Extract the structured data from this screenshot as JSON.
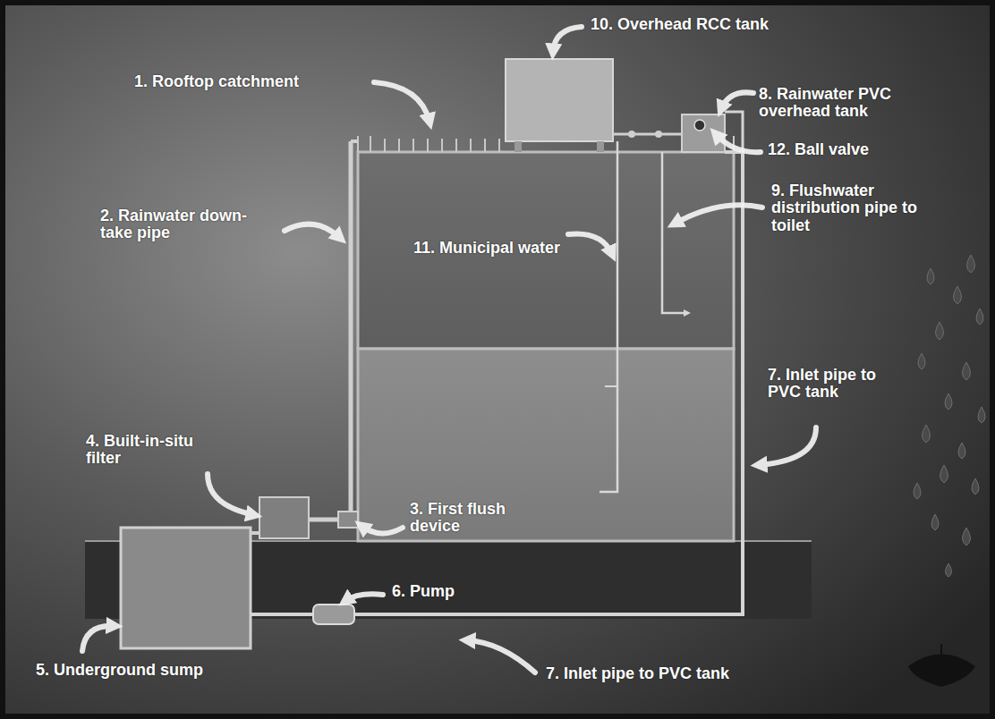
{
  "diagram": {
    "labels": [
      "10. Overhead RCC tank",
      "1. Rooftop catchment",
      "8. Rainwater PVC overhead tank",
      "12. Ball valve",
      "2. Rainwater down-take pipe",
      "11. Municipal water",
      "9. Flushwater distribution pipe to toilet",
      "7. Inlet pipe to PVC tank",
      "4. Built-in-situ filter",
      "3. First flush device",
      "6. Pump",
      "5. Underground sump",
      "7. Inlet pipe to PVC tank"
    ]
  }
}
